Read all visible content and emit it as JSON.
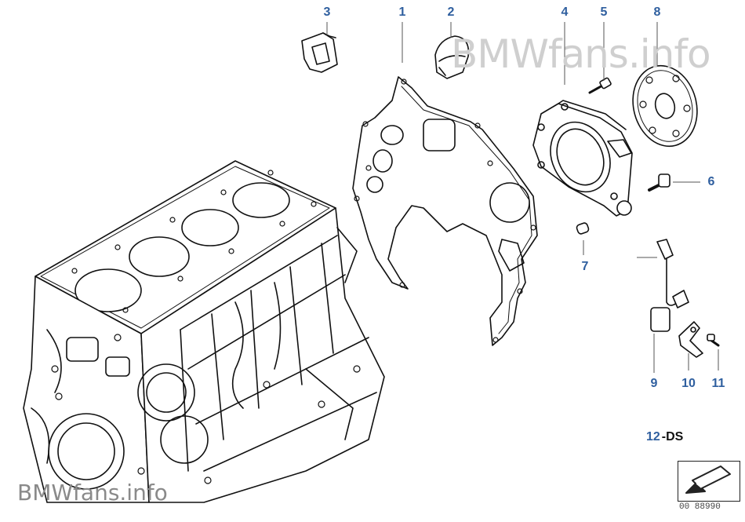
{
  "watermark": {
    "top": "BMWfans.info",
    "bottom": "BMWfans.info"
  },
  "callouts": [
    {
      "id": "3",
      "label": "3"
    },
    {
      "id": "1",
      "label": "1"
    },
    {
      "id": "2",
      "label": "2"
    },
    {
      "id": "4",
      "label": "4"
    },
    {
      "id": "5",
      "label": "5"
    },
    {
      "id": "8",
      "label": "8"
    },
    {
      "id": "6",
      "label": "6"
    },
    {
      "id": "7",
      "label": "7"
    },
    {
      "id": "9",
      "label": "9"
    },
    {
      "id": "10",
      "label": "10"
    },
    {
      "id": "11",
      "label": "11"
    },
    {
      "id": "12",
      "label": "12",
      "suffix": "-DS"
    }
  ],
  "doc_code": "00 88990",
  "colors": {
    "callout": "#2f5f9f",
    "line": "#111111",
    "watermark": "#cfcfcf"
  },
  "icons": {
    "nav": "arrow-down-left-icon"
  }
}
